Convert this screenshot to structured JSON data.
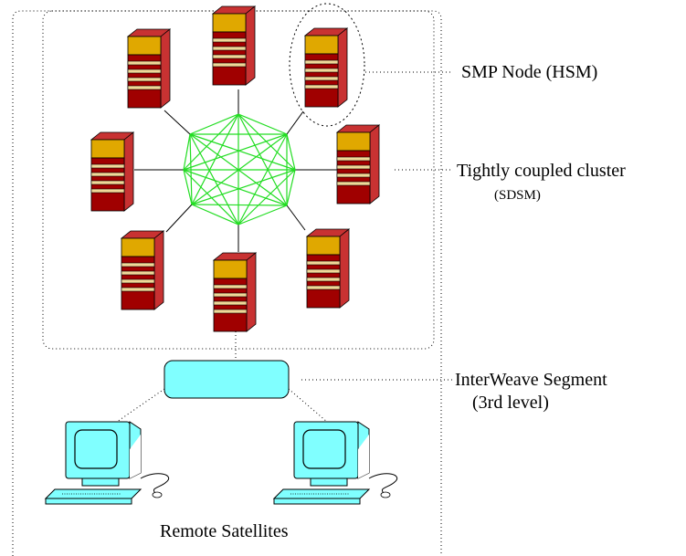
{
  "labels": {
    "smp_node": "SMP Node (HSM)",
    "cluster_line1": "Tightly coupled cluster",
    "cluster_line2": "(SDSM)",
    "interweave_line1": "InterWeave Segment",
    "interweave_line2": "(3rd level)",
    "remote_satellites": "Remote Satellites"
  },
  "colors": {
    "mesh": "#22dd22",
    "server_front_top": "#e0a800",
    "server_front_body": "#a00000",
    "server_side": "#c83232",
    "server_slot": "#f0d898",
    "segment_fill": "#80ffff",
    "monitor": "#80ffff"
  },
  "diagram": {
    "server_nodes": 8,
    "workstations": 2
  }
}
